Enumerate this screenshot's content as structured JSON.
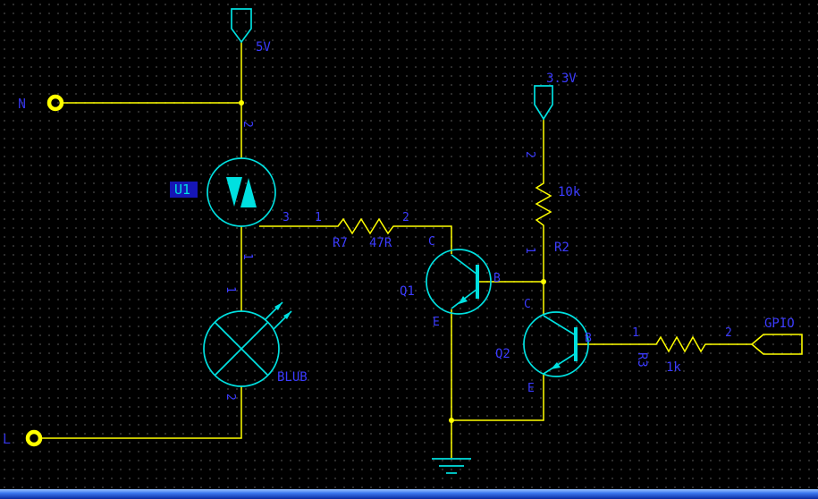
{
  "colors": {
    "background": "#000000",
    "grid_dot": "#2e2e2e",
    "wire": "#ffff00",
    "symbol": "#00e0e0",
    "label": "#3b3bff",
    "selection_bg": "#1616b6",
    "selection_text": "#00e0e0",
    "scrollbar_top": "#9cc4ff",
    "scrollbar_bottom": "#0a2aa0"
  },
  "nets": {
    "power_5v": "5V",
    "power_3v3": "3.3V",
    "port_n": "N",
    "port_l": "L",
    "port_gpio": "GPIO"
  },
  "components": {
    "u1": {
      "ref": "U1",
      "pin_top": "2",
      "pin_right": "3",
      "pin_bottom": "1"
    },
    "blub": {
      "ref": "BLUB",
      "pin_top": "1",
      "pin_bottom": "2"
    },
    "r7": {
      "ref": "R7",
      "value": "47R",
      "pin_left": "1",
      "pin_right": "2"
    },
    "r2": {
      "ref": "R2",
      "value": "10k",
      "pin_top": "2",
      "pin_bottom": "1"
    },
    "r3": {
      "ref": "R3",
      "value": "1k",
      "pin_left": "1",
      "pin_right": "2"
    },
    "q1": {
      "ref": "Q1",
      "collector": "C",
      "base": "B",
      "emitter": "E"
    },
    "q2": {
      "ref": "Q2",
      "collector": "C",
      "base": "B",
      "emitter": "E"
    }
  }
}
